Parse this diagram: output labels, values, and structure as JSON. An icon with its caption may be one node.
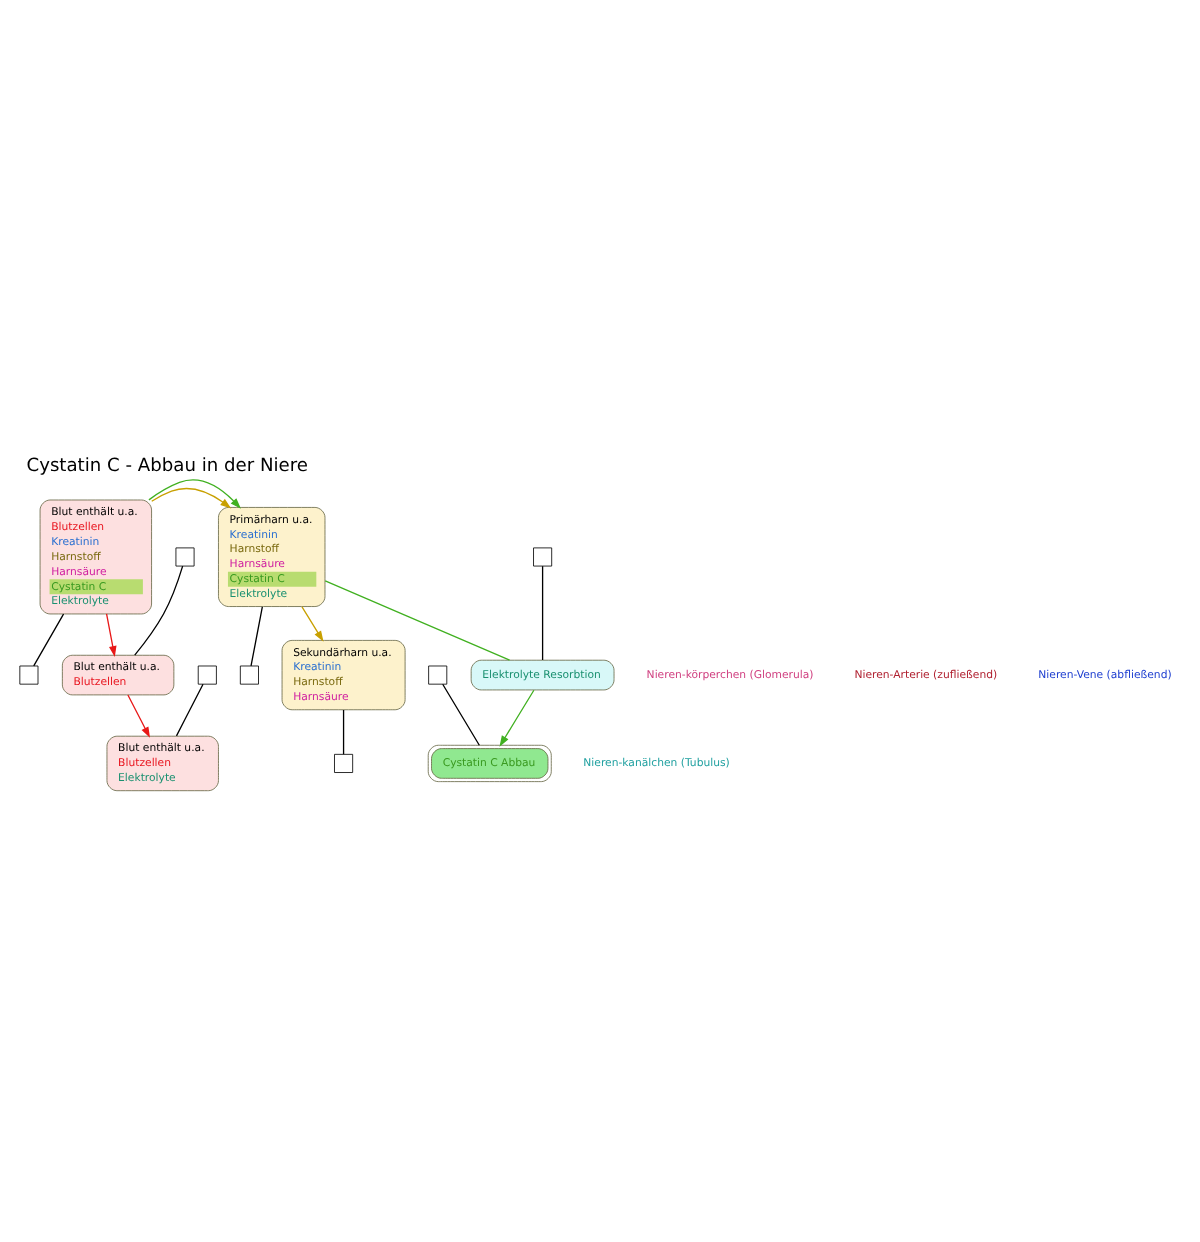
{
  "diagram": {
    "title": "Cystatin C - Abbau in der Niere",
    "nodes": [
      {
        "text": [
          "Blut enthält u.a.",
          "Blutzellen",
          "Kreatinin",
          "Harnstoff",
          "Harnsäure",
          "Cystatin C",
          "Elektrolyte"
        ]
      },
      {
        "text": [
          "Primärharn u.a.",
          "Kreatinin",
          "Harnstoff",
          "Harnsäure",
          "Cystatin C",
          "Elektrolyte"
        ]
      },
      {
        "text": [
          "Sekundärharn u.a.",
          "Kreatinin",
          "Harnstoff",
          "Harnsäure"
        ]
      },
      {
        "text": [],
        "shape": "box"
      },
      {
        "text": [],
        "shape": "box"
      },
      {
        "text": [],
        "shape": "box"
      },
      {
        "text": [],
        "shape": "box"
      },
      {
        "text": [],
        "shape": "box"
      },
      {
        "text": [],
        "shape": "box"
      },
      {
        "text": [
          "Blut enthält u.a.",
          "Blutzellen"
        ]
      },
      {
        "text": [],
        "shape": "box"
      },
      {
        "text": [
          "Elektrolyte Resorbtion"
        ]
      },
      {
        "text": [
          "Blut enthält u.a.",
          "Blutzellen",
          "Elektrolyte"
        ]
      },
      {
        "text": [
          "Cystatin C Abbau"
        ]
      }
    ],
    "edges": [
      {
        "from": 0,
        "to": 1,
        "arrow": "to",
        "color": "#c8a000"
      },
      {
        "from": 1,
        "to": 2,
        "arrow": "to",
        "color": "#c8a000"
      },
      {
        "from": 0,
        "to": 1,
        "arrow": "to",
        "color": "#40b020"
      },
      {
        "from": 0,
        "to": 3,
        "arrow": "none"
      },
      {
        "from": 1,
        "to": 4,
        "arrow": "none"
      },
      {
        "from": 2,
        "to": 5,
        "arrow": "none"
      },
      {
        "from": 0,
        "to": 9,
        "arrow": "to",
        "color": "#e81818"
      },
      {
        "from": 9,
        "to": 12,
        "arrow": "to",
        "color": "#e81818"
      },
      {
        "from": 6,
        "to": 9,
        "arrow": "none"
      },
      {
        "from": 10,
        "to": 12,
        "arrow": "none"
      },
      {
        "from": 7,
        "to": 11,
        "arrow": "none"
      },
      {
        "from": 8,
        "to": 13,
        "arrow": "none"
      },
      {
        "from": 1,
        "to": 11,
        "arrow": "none",
        "color": "#40b020"
      },
      {
        "from": 11,
        "to": 13,
        "arrow": "to",
        "color": "#40b020"
      }
    ],
    "labels": [
      "Nieren-körperchen (Glomerula)",
      "Nieren-Arterie (zufließend)",
      "Nieren-kanälchen (Tubulus)",
      "Nieren-Vene (abfließend)"
    ]
  }
}
